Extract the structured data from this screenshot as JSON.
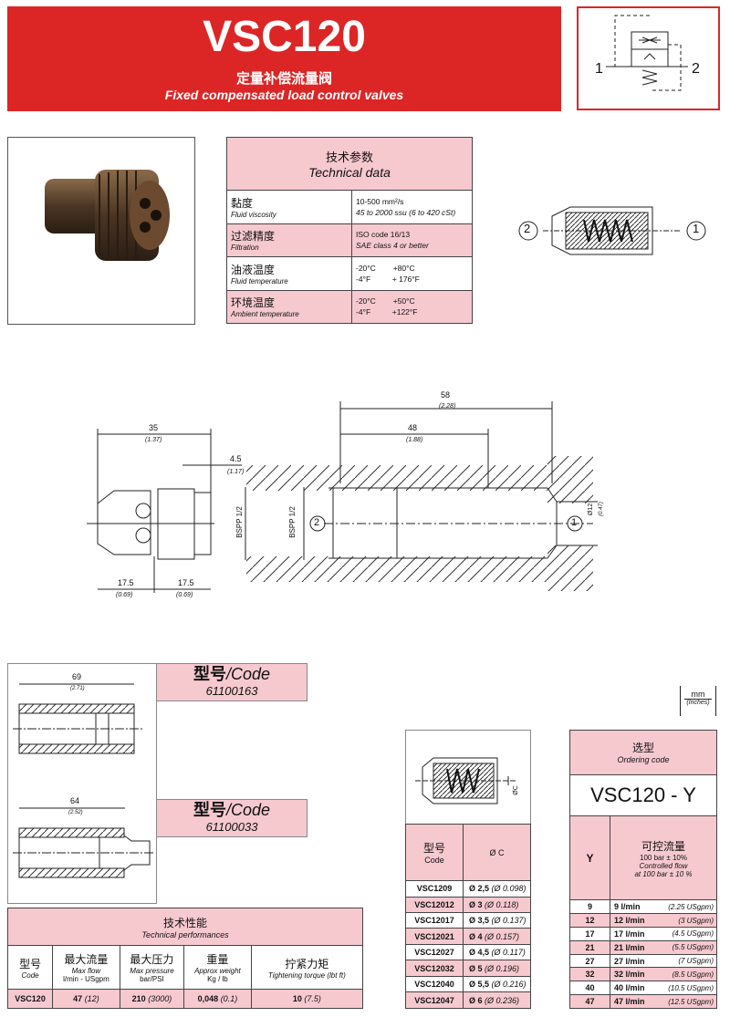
{
  "header": {
    "title": "VSC120",
    "subtitle_cn": "定量补偿流量阀",
    "subtitle_en": "Fixed compensated load control valves"
  },
  "symbol": {
    "port1": "1",
    "port2": "2"
  },
  "tech_data": {
    "title_cn": "技术参数",
    "title_en": "Technical data",
    "rows": [
      {
        "cn": "黏度",
        "en": "Fluid viscosity",
        "v1": "10-500 mm²/s",
        "v2": "45 to 2000 ssu (6 to 420 cSt)"
      },
      {
        "cn": "过滤精度",
        "en": "Filtration",
        "v1": "ISO code 16/13",
        "v2": "SAE class 4 or better"
      },
      {
        "cn": "油液温度",
        "en": "Fluid temperature",
        "v1": "-20°C        +80°C",
        "v2": "-4°F          + 176°F"
      },
      {
        "cn": "环境温度",
        "en": "Ambient temperature",
        "v1": "-20°C        +50°C",
        "v2": "-4°F          +122°F"
      }
    ]
  },
  "section": {
    "port2": "2",
    "port1": "1"
  },
  "dims": {
    "d35": "35",
    "d35i": "(1.37)",
    "d45": "4.5",
    "d45i": "(1.17)",
    "d175a": "17.5",
    "d175ai": "(0.69)",
    "d175b": "17.5",
    "d175bi": "(0.69)",
    "bspp1": "BSPP 1/2",
    "d58": "58",
    "d58i": "(2.28)",
    "d48": "48",
    "d48i": "(1.88)",
    "bspp2": "BSPP 1/2",
    "p2": "2",
    "p1": "1",
    "d12": "Ø12",
    "d12i": "(0.47)"
  },
  "tools": [
    {
      "dim": "69",
      "dimi": "(2.71)",
      "label_cn": "型号",
      "label_en": "/Code",
      "code": "61100163"
    },
    {
      "dim": "64",
      "dimi": "(2.52)",
      "label_cn": "型号",
      "label_en": "/Code",
      "code": "61100033"
    }
  ],
  "units": {
    "mm": "mm",
    "inches": "(Inches)"
  },
  "performance": {
    "title_cn": "技术性能",
    "title_en": "Technical performances",
    "cols": [
      {
        "cn": "型号",
        "en": "Code",
        "u": ""
      },
      {
        "cn": "最大流量",
        "en": "Max flow",
        "u": "l/min - USgpm"
      },
      {
        "cn": "最大压力",
        "en": "Max pressure",
        "u": "bar/PSI"
      },
      {
        "cn": "重量",
        "en": "Approx weight",
        "u": "Kg / lb"
      },
      {
        "cn": "拧紧力矩",
        "en": "Tightening torque (lbt ft)",
        "u": ""
      }
    ],
    "row": [
      {
        "b": "VSC120",
        "i": ""
      },
      {
        "b": "47",
        "i": "(12)"
      },
      {
        "b": "210",
        "i": "(3000)"
      },
      {
        "b": "0,048",
        "i": "(0.1)"
      },
      {
        "b": "10",
        "i": "(7.5)"
      }
    ]
  },
  "orifice": {
    "diagram_label": "ØC",
    "h_cn": "型号",
    "h_en": "Code",
    "h2": "Ø C",
    "rows": [
      {
        "code": "VSC1209",
        "d": "Ø 2,5",
        "i": "(Ø 0.098)"
      },
      {
        "code": "VSC12012",
        "d": "Ø 3",
        "i": "(Ø 0.118)"
      },
      {
        "code": "VSC12017",
        "d": "Ø 3,5",
        "i": "(Ø 0.137)"
      },
      {
        "code": "VSC12021",
        "d": "Ø 4",
        "i": "(Ø 0.157)"
      },
      {
        "code": "VSC12027",
        "d": "Ø 4,5",
        "i": "(Ø 0.117)"
      },
      {
        "code": "VSC12032",
        "d": "Ø 5",
        "i": "(Ø 0.196)"
      },
      {
        "code": "VSC12040",
        "d": "Ø 5,5",
        "i": "(Ø 0.216)"
      },
      {
        "code": "VSC12047",
        "d": "Ø 6",
        "i": "(Ø 0.236)"
      }
    ]
  },
  "ordering": {
    "title_cn": "选型",
    "title_en": "Ordering code",
    "code": "VSC120 - Y",
    "y": "Y",
    "flow_cn": "可控流量",
    "flow1": "100 bar ± 10%",
    "flow2": "Controlled flow",
    "flow3": "at 100 bar ± 10 %",
    "rows": [
      {
        "y": "9",
        "f": "9 l/min",
        "u": "(2.25 USgpm)"
      },
      {
        "y": "12",
        "f": "12 l/min",
        "u": "(3 USgpm)"
      },
      {
        "y": "17",
        "f": "17 l/min",
        "u": "(4.5 USgpm)"
      },
      {
        "y": "21",
        "f": "21 l/min",
        "u": "(5.5 USgpm)"
      },
      {
        "y": "27",
        "f": "27 l/min",
        "u": "(7 USgpm)"
      },
      {
        "y": "32",
        "f": "32 l/min",
        "u": "(8.5 USgpm)"
      },
      {
        "y": "40",
        "f": "40 l/min",
        "u": "(10.5 USgpm)"
      },
      {
        "y": "47",
        "f": "47 l/min",
        "u": "(12.5 USgpm)"
      }
    ]
  }
}
